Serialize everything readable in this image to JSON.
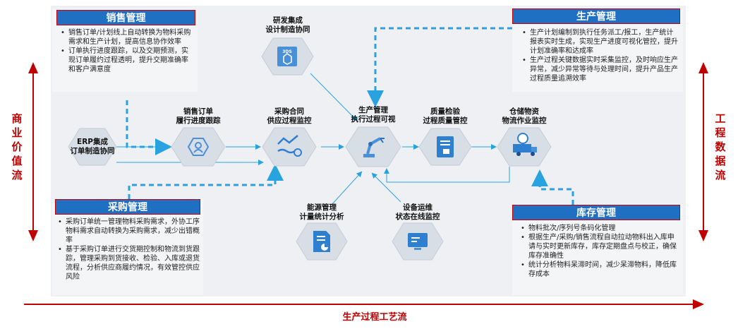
{
  "sales": {
    "title": "销售管理",
    "items": [
      "销售订单/计划线上自动转换为物料采购需求和生产计划，提高信息协作效率",
      "订单执行进度跟踪，以及交期预测，实现订单履约过程透明，提升交期准确率和客户满意度"
    ]
  },
  "production": {
    "title": "生产管理",
    "items": [
      "生产计划编制到执行任务派工/报工，生产统计报表实时生成，实现生产进度可视化管控，提升计划准确率和达成率",
      "生产过程关键数据实时采集监控，及时响应生产异常，减少异常等待与处理时间，提升产品生产过程质量追溯效率"
    ]
  },
  "purchase": {
    "title": "采购管理",
    "items": [
      "采购订单统一管理物料采购需求，外协工序物料需求自动转换为采购需求，减少出错概率",
      "基于采购订单进行交货期控制和物流到货跟踪，管理采购到货接收、检验、入库或退货流程，分析供应商履约情况，有效管控供应风险"
    ]
  },
  "inventory": {
    "title": "库存管理",
    "items": [
      "物料批次/序列号条码化管理",
      "根据生产/采购/销售流程自动拉动物料出入库申请与实时更新库存，库存定期盘点与校正，确保库存准确性",
      "统计分析物料呆滞时间，减少呆滞物料，降低库存成本"
    ]
  },
  "nodes": {
    "erp": [
      "ERP集成",
      "订单制造协同"
    ],
    "sales_order": [
      "销售订单",
      "履行进度跟踪"
    ],
    "purchase_contract": [
      "采购合同",
      "供应过程监控"
    ],
    "rd": [
      "研发集成",
      "设计制造协同"
    ],
    "production_exec": [
      "生产管理",
      "执行过程可视"
    ],
    "quality": [
      "质量检验",
      "过程质量管控"
    ],
    "warehouse": [
      "仓储物资",
      "物流作业监控"
    ],
    "energy": [
      "能源管理",
      "计量统计分析"
    ],
    "equipment": [
      "设备运维",
      "状态在线监控"
    ]
  },
  "icon_badges": {
    "rd": "3DS"
  },
  "left_label": [
    "商",
    "业",
    "价",
    "值",
    "流"
  ],
  "right_label": [
    "工",
    "程",
    "数",
    "据",
    "流"
  ],
  "bottom_label": "生产过程工艺流",
  "colors": {
    "title_bg": "#1f6fc3",
    "accent_red": "#c00000",
    "flow_blue": "#29a3e0",
    "hex_fill": "#d8dee6"
  }
}
